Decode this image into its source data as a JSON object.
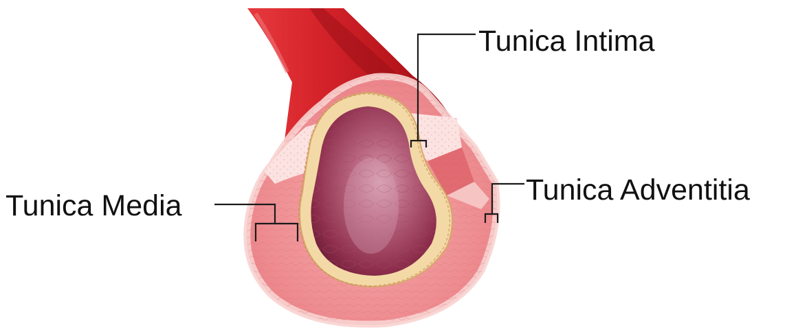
{
  "diagram": {
    "labels": {
      "intima": "Tunica Intima",
      "media": "Tunica Media",
      "adventitia": "Tunica Adventitia"
    },
    "colors": {
      "vessel_outer": "#cc1b22",
      "vessel_dark": "#8f0f16",
      "wall_pink": "#f09a9c",
      "wall_light": "#f7c3c3",
      "wall_pale": "#fbe3e1",
      "lumen_outer": "#b5546f",
      "lumen_inner": "#8d2e4c",
      "intima_cream": "#f3d9a6",
      "label_text": "#111111",
      "leader_line": "#1a1a1a"
    }
  }
}
